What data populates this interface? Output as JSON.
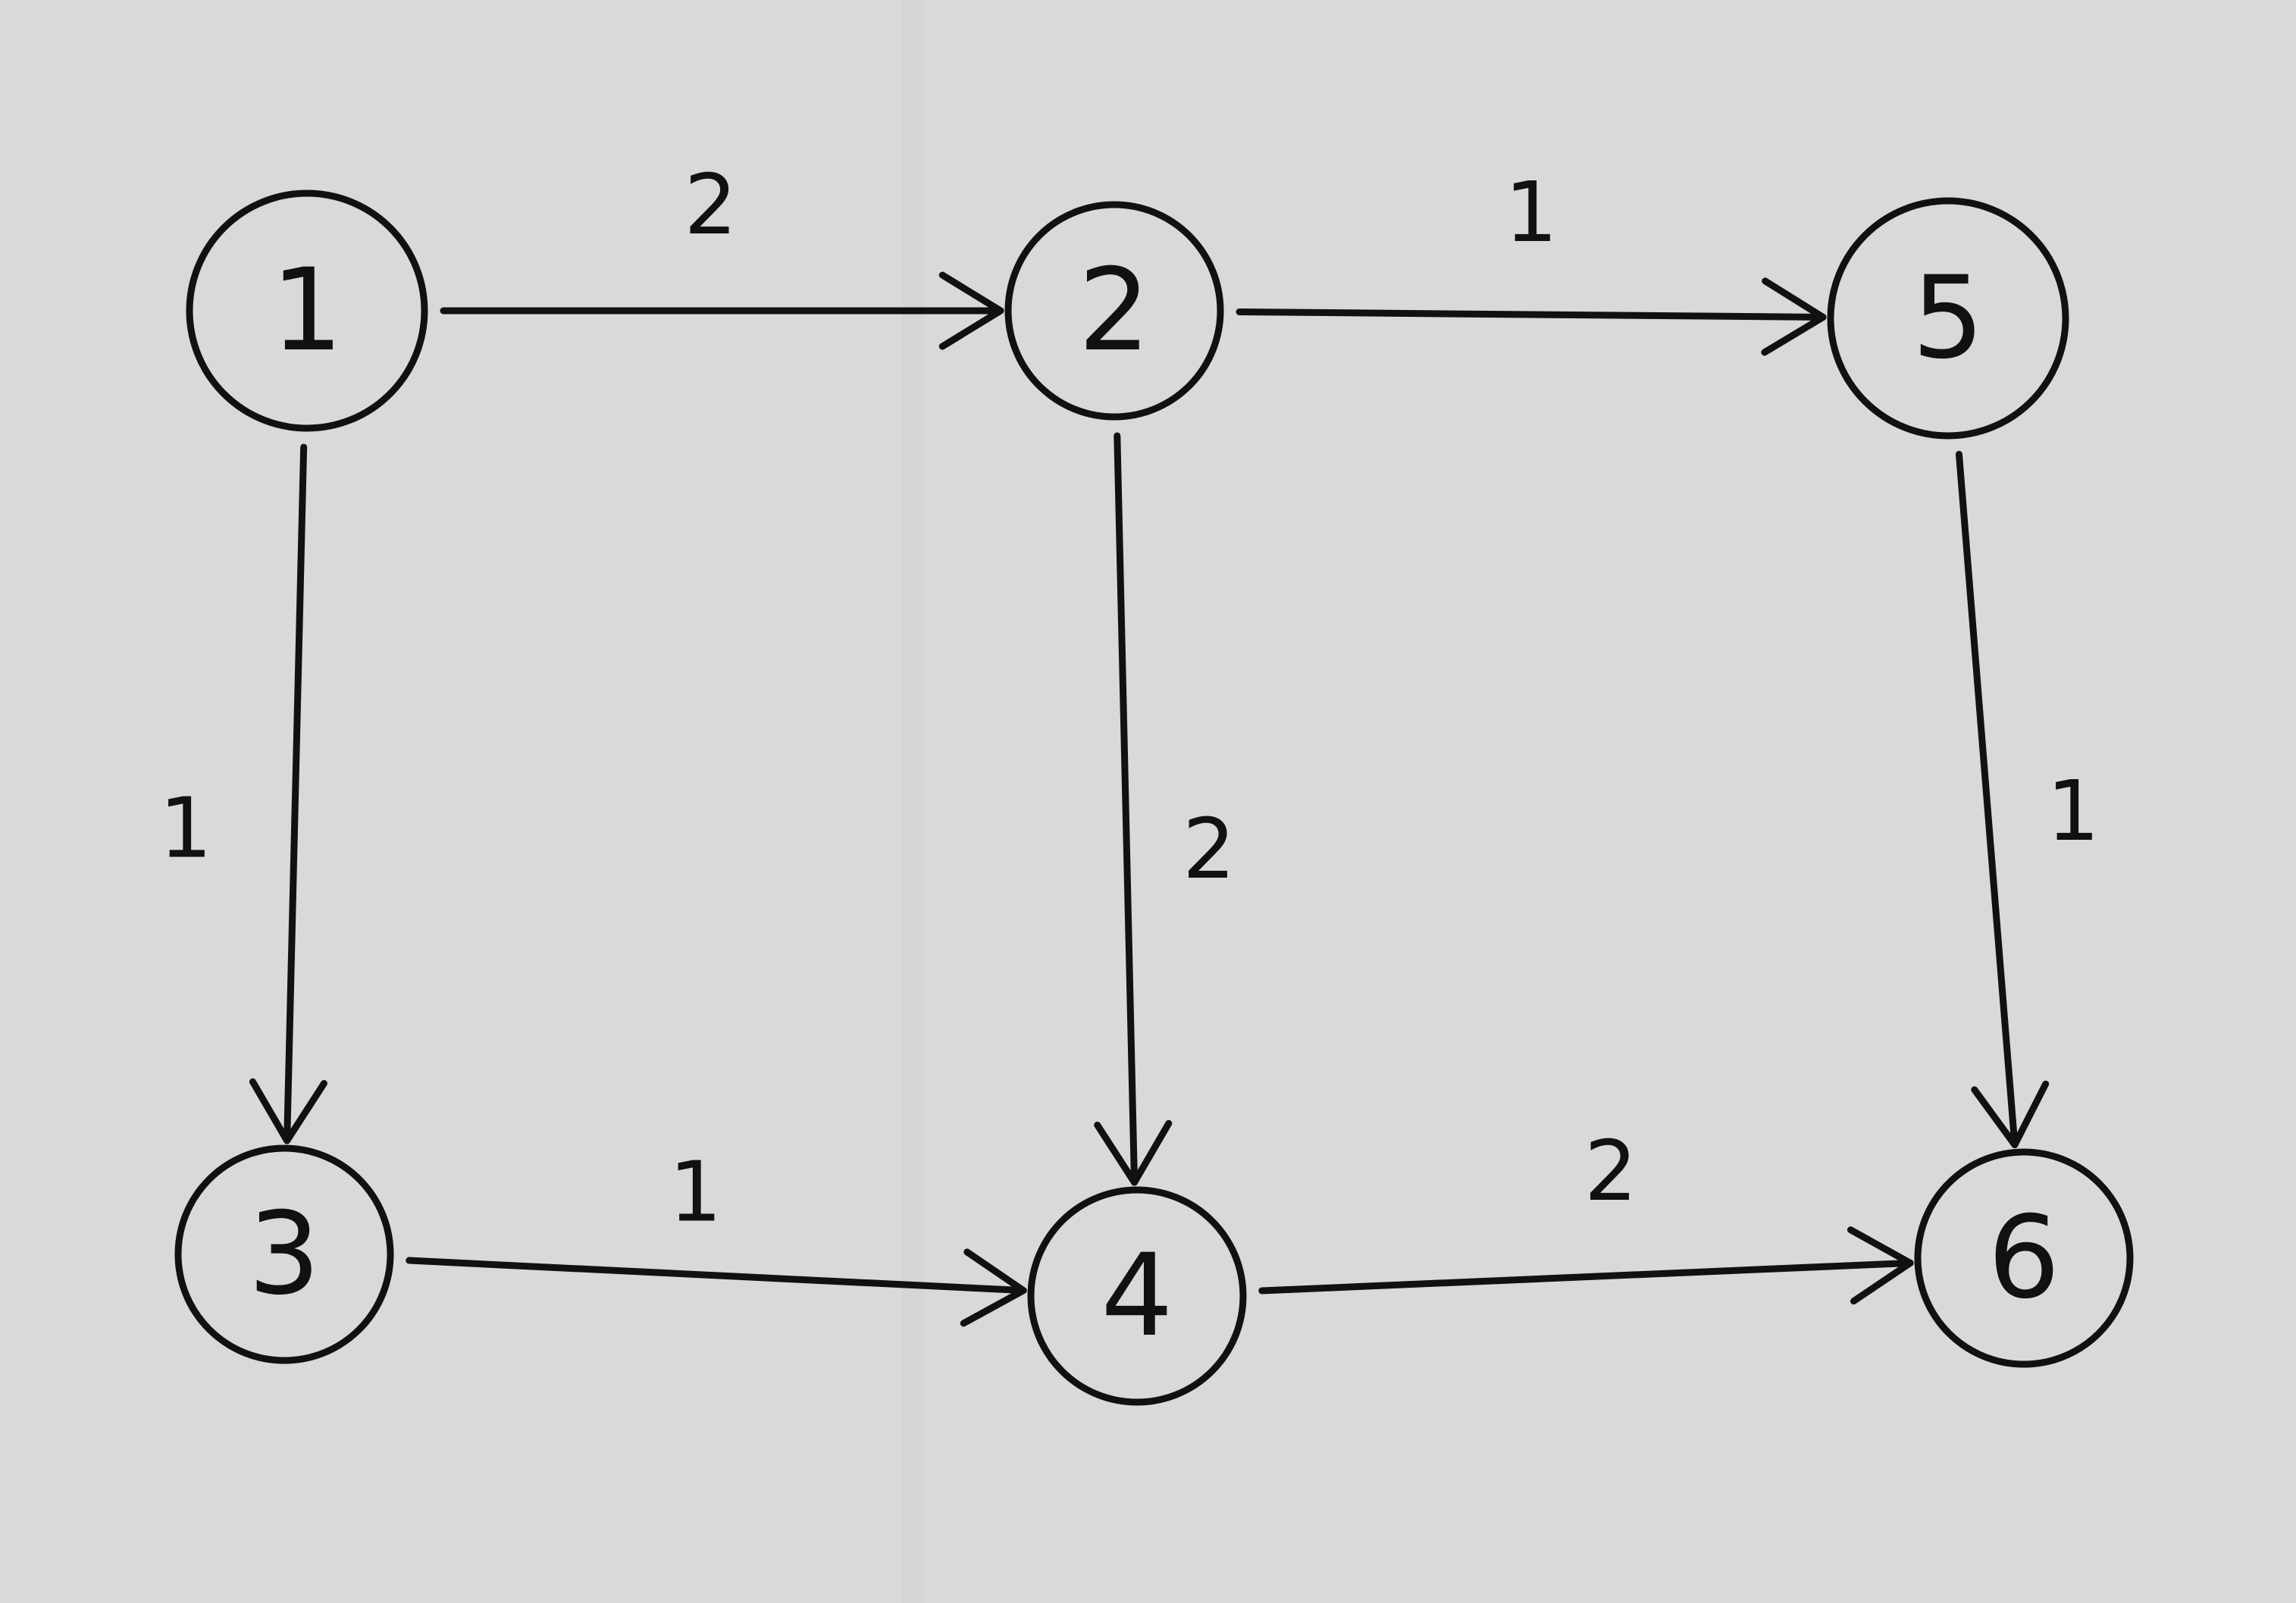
{
  "graph": {
    "nodes": [
      {
        "id": "1",
        "label": "1"
      },
      {
        "id": "2",
        "label": "2"
      },
      {
        "id": "5",
        "label": "5"
      },
      {
        "id": "3",
        "label": "3"
      },
      {
        "id": "4",
        "label": "4"
      },
      {
        "id": "6",
        "label": "6"
      }
    ],
    "edges": [
      {
        "from": "1",
        "to": "2",
        "weight": "2"
      },
      {
        "from": "2",
        "to": "5",
        "weight": "1"
      },
      {
        "from": "1",
        "to": "3",
        "weight": "1"
      },
      {
        "from": "2",
        "to": "4",
        "weight": "2"
      },
      {
        "from": "5",
        "to": "6",
        "weight": "1"
      },
      {
        "from": "3",
        "to": "4",
        "weight": "1"
      },
      {
        "from": "4",
        "to": "6",
        "weight": "2"
      }
    ]
  }
}
